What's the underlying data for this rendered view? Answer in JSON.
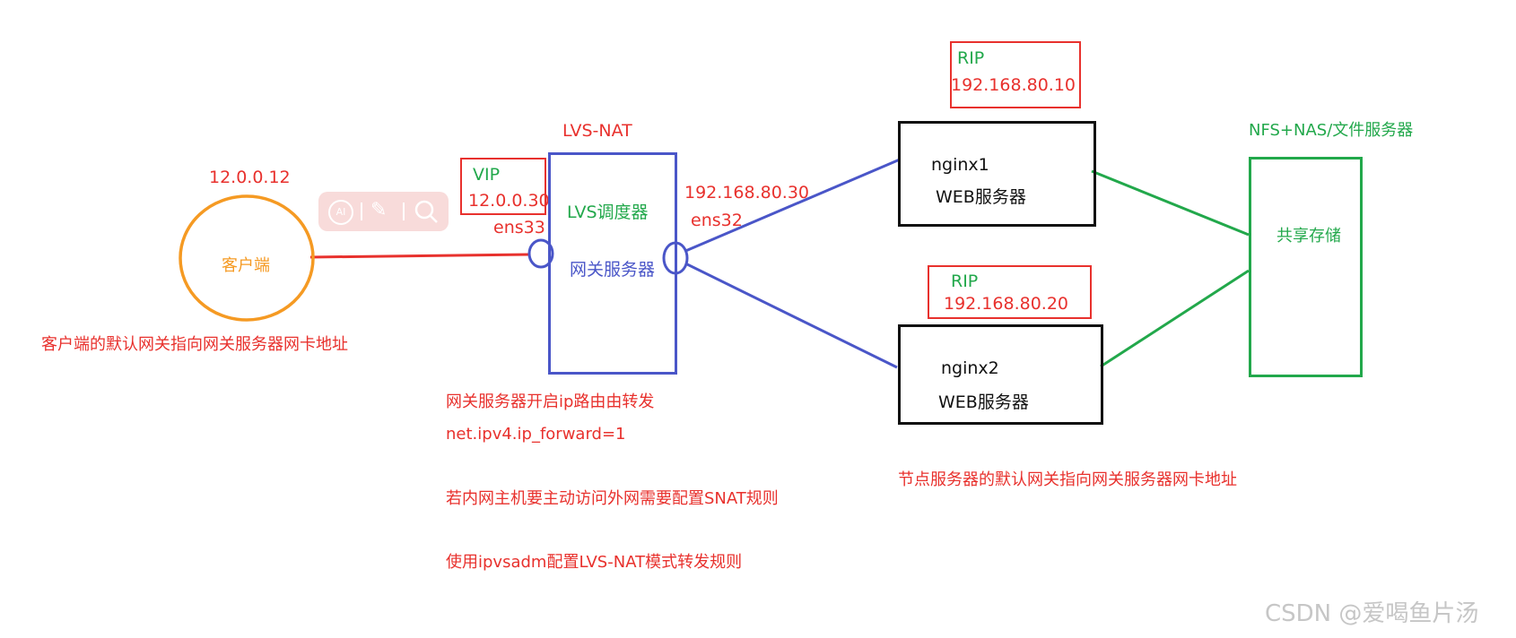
{
  "client": {
    "ip": "12.0.0.12",
    "label": "客户端",
    "note": "客户端的默认网关指向网关服务器网卡地址"
  },
  "vip": {
    "title": "VIP",
    "ip": "12.0.0.30",
    "iface": "ens33"
  },
  "lvs": {
    "title": "LVS-NAT",
    "scheduler": "LVS调度器",
    "gateway": "网关服务器",
    "inner_ip": "192.168.80.30",
    "inner_iface": "ens32",
    "notes": [
      "网关服务器开启ip路由由转发",
      "net.ipv4.ip_forward=1",
      "若内网主机要主动访问外网需要配置SNAT规则",
      "使用ipvsadm配置LVS-NAT模式转发规则"
    ]
  },
  "rip1": {
    "title": "RIP",
    "ip": "192.168.80.10"
  },
  "rip2": {
    "title": "RIP",
    "ip": "192.168.80.20"
  },
  "nginx1": {
    "name": "nginx1",
    "role": "WEB服务器"
  },
  "nginx2": {
    "name": "nginx2",
    "role": "WEB服务器"
  },
  "storage": {
    "title": "NFS+NAS/文件服务器",
    "label": "共享存储"
  },
  "node_note": "节点服务器的默认网关指向网关服务器网卡地址",
  "toolbar": {
    "ai_label": "AI"
  },
  "watermark": "CSDN @爱喝鱼片汤",
  "colors": {
    "red": "#e8312d",
    "green": "#22a84b",
    "blue": "#4a56c8",
    "orange": "#f59a23"
  }
}
